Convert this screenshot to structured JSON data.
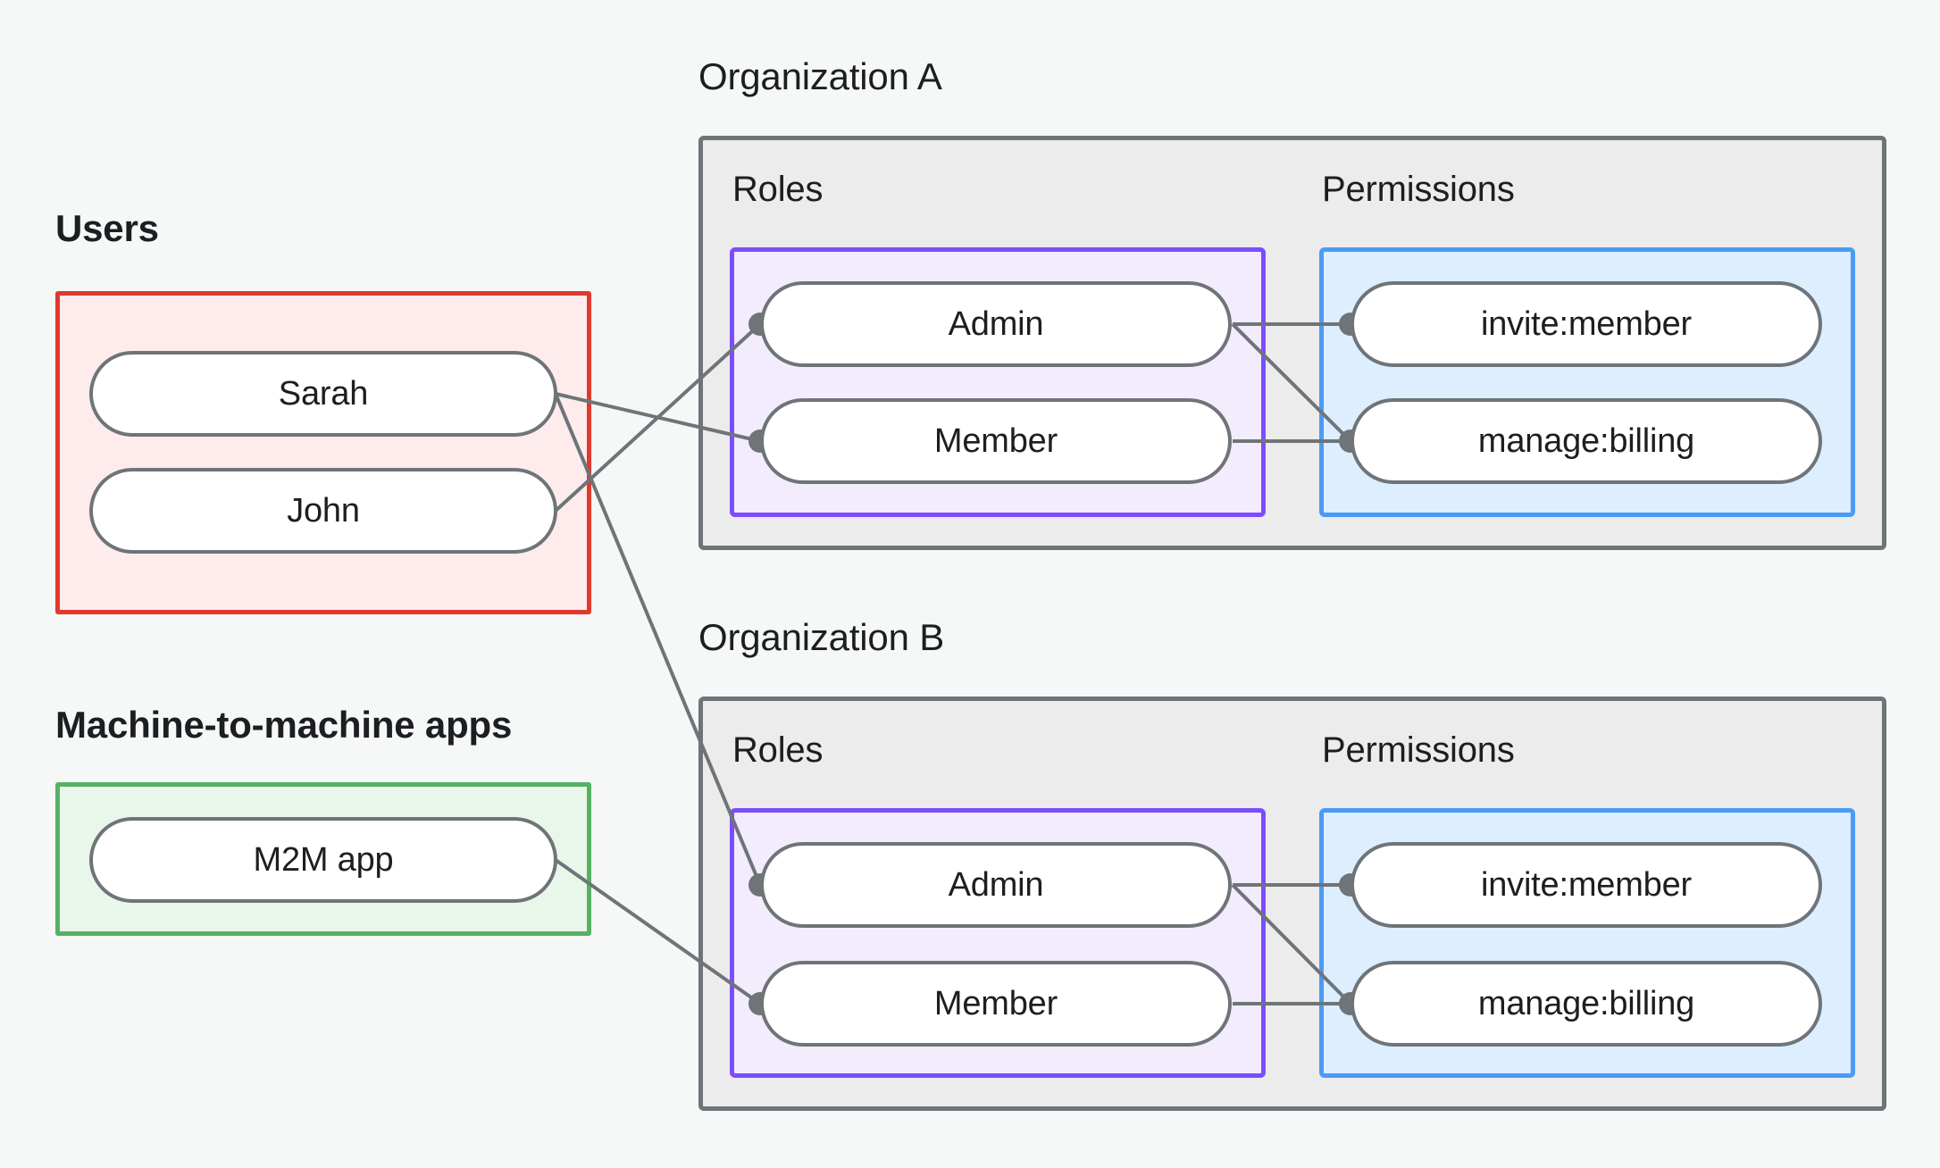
{
  "theme": {
    "page_background": "#f6f7f7",
    "users_border": "#e03a2f",
    "users_fill": "#fdeceb",
    "m2m_border": "#56b163",
    "m2m_fill": "#e9f6ea",
    "org_border": "#6e7478",
    "org_fill": "#ececec",
    "roles_border": "#7c4dff",
    "roles_fill": "#f3ecfd",
    "permissions_border": "#4a9bf7",
    "permissions_fill": "#ddeeff",
    "node_border": "#6e7478",
    "node_fill": "#ffffff",
    "edge_color": "#6e7478",
    "text_color": "#1c1e21"
  },
  "left_column": {
    "users": {
      "title": "Users",
      "nodes": [
        {
          "id": "sarah",
          "label": "Sarah"
        },
        {
          "id": "john",
          "label": "John"
        }
      ]
    },
    "m2m": {
      "title": "Machine-to-machine apps",
      "nodes": [
        {
          "id": "m2m-app",
          "label": "M2M app"
        }
      ]
    }
  },
  "organizations": [
    {
      "id": "org-a",
      "title": "Organization A",
      "roles_label": "Roles",
      "permissions_label": "Permissions",
      "roles": [
        {
          "id": "org-a-admin",
          "label": "Admin"
        },
        {
          "id": "org-a-member",
          "label": "Member"
        }
      ],
      "permissions": [
        {
          "id": "org-a-invite",
          "label": "invite:member"
        },
        {
          "id": "org-a-billing",
          "label": "manage:billing"
        }
      ]
    },
    {
      "id": "org-b",
      "title": "Organization B",
      "roles_label": "Roles",
      "permissions_label": "Permissions",
      "roles": [
        {
          "id": "org-b-admin",
          "label": "Admin"
        },
        {
          "id": "org-b-member",
          "label": "Member"
        }
      ],
      "permissions": [
        {
          "id": "org-b-invite",
          "label": "invite:member"
        },
        {
          "id": "org-b-billing",
          "label": "manage:billing"
        }
      ]
    }
  ],
  "edges": [
    {
      "from": "john",
      "to": "org-a-admin"
    },
    {
      "from": "sarah",
      "to": "org-a-member"
    },
    {
      "from": "sarah",
      "to": "org-b-admin"
    },
    {
      "from": "m2m-app",
      "to": "org-b-member"
    },
    {
      "from": "org-a-admin",
      "to": "org-a-invite"
    },
    {
      "from": "org-a-admin",
      "to": "org-a-billing"
    },
    {
      "from": "org-a-member",
      "to": "org-a-billing"
    },
    {
      "from": "org-b-admin",
      "to": "org-b-invite"
    },
    {
      "from": "org-b-admin",
      "to": "org-b-billing"
    },
    {
      "from": "org-b-member",
      "to": "org-b-billing"
    }
  ]
}
